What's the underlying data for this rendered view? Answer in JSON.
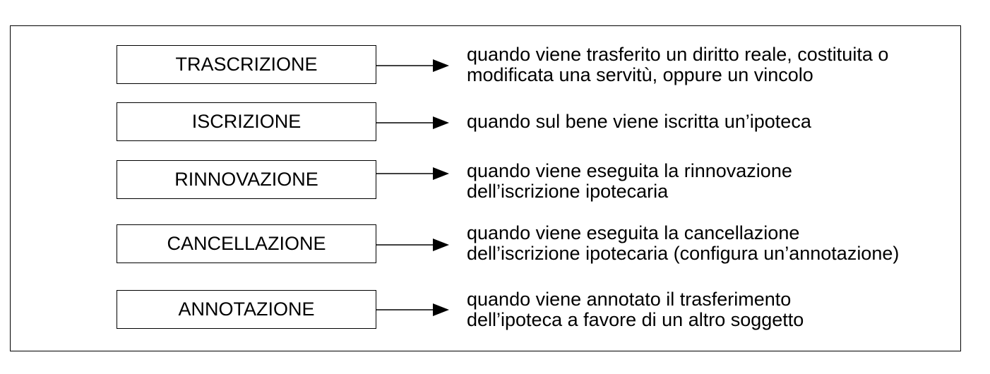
{
  "diagram": {
    "rows": [
      {
        "label": "TRASCRIZIONE",
        "lines": [
          "quando viene trasferito un diritto reale, costituita o",
          "modificata una servitù, oppure un vincolo"
        ]
      },
      {
        "label": "ISCRIZIONE",
        "lines": [
          "quando sul bene viene iscritta un’ipoteca"
        ]
      },
      {
        "label": "RINNOVAZIONE",
        "lines": [
          "quando viene eseguita la rinnovazione",
          "dell’iscrizione ipotecaria"
        ]
      },
      {
        "label": "CANCELLAZIONE",
        "lines": [
          "quando viene eseguita la cancellazione",
          "dell’iscrizione ipotecaria (configura un’annotazione)"
        ]
      },
      {
        "label": "ANNOTAZIONE",
        "lines": [
          "quando viene annotato il trasferimento",
          "dell’ipoteca a favore di un altro soggetto"
        ]
      }
    ]
  }
}
